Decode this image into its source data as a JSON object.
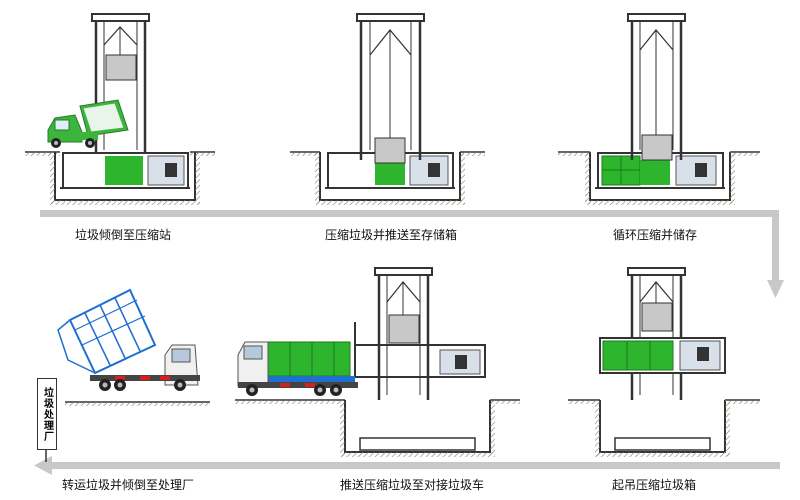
{
  "steps": [
    {
      "caption": "垃圾倾倒至压缩站"
    },
    {
      "caption": "压缩垃圾并推送至存储箱"
    },
    {
      "caption": "循环压缩并储存"
    },
    {
      "caption": "起吊压缩垃圾箱"
    },
    {
      "caption": "推送压缩垃圾至对接垃圾车"
    },
    {
      "caption": "转运垃圾并倾倒至处理厂"
    }
  ],
  "plant_sign": "垃圾处理厂",
  "colors": {
    "flow_arrow": "#c8c8c8",
    "waste_green": "#2db52d",
    "frame": "#333333",
    "ground": "#9a8a78"
  }
}
